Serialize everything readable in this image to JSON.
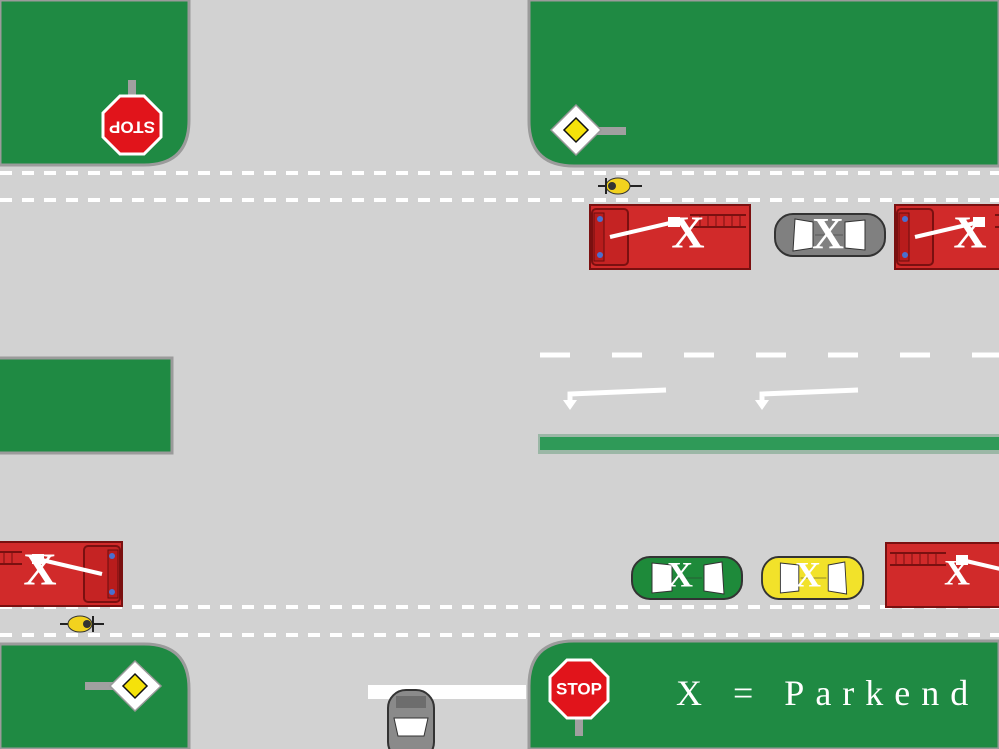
{
  "legend": "X = Parkend",
  "parked_marker": "X",
  "signs": {
    "stop_text": "STOP"
  },
  "colors": {
    "grass": "#1f8a43",
    "road": "#d2d2d2",
    "fire_truck": "#d12a2a",
    "green_car": "#1e8a3a",
    "yellow_car": "#f2e22a",
    "gray_car": "#808080",
    "cyclist": "#f2d21e",
    "stop_sign": "#e1141b",
    "priority_sign": "#f5e20a"
  }
}
